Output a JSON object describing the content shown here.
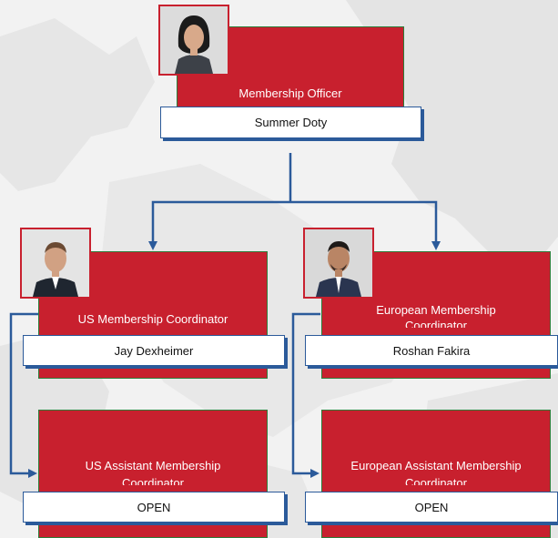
{
  "chart": {
    "officer": {
      "title": "Membership Officer",
      "name": "Summer Doty"
    },
    "us_coordinator": {
      "title": "US Membership Coordinator",
      "name": "Jay Dexheimer"
    },
    "eu_coordinator": {
      "title_line1": "European Membership",
      "title_line2": "Coordinator",
      "name": "Roshan Fakira"
    },
    "us_assistant": {
      "title_line1": "US Assistant Membership",
      "title_line2": "Coordinator",
      "name": "OPEN"
    },
    "eu_assistant": {
      "title_line1": "European Assistant Membership",
      "title_line2": "Coordinator",
      "name": "OPEN"
    }
  },
  "colors": {
    "box_fill": "#c8202e",
    "box_border": "#2e7d3a",
    "connector": "#2b5a9a",
    "background": "#f2f2f2"
  },
  "icons": {
    "officer_photo": "portrait-woman-icon",
    "us_coordinator_photo": "portrait-man-icon",
    "eu_coordinator_photo": "portrait-man-icon"
  }
}
